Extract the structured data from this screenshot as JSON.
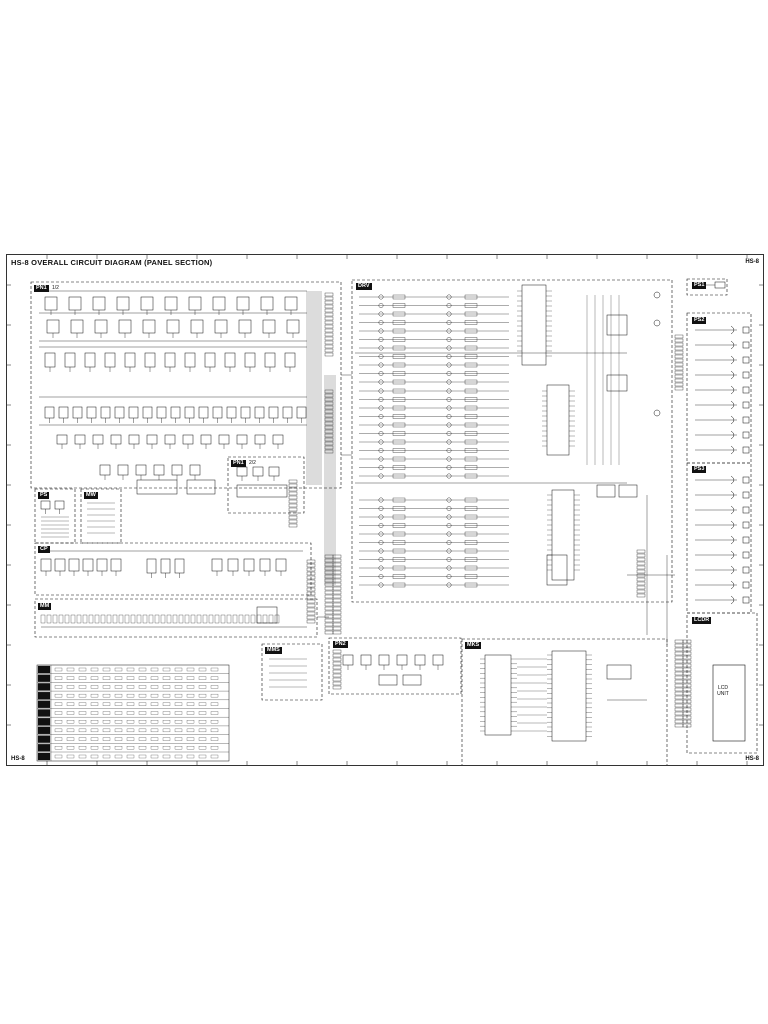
{
  "sheet": {
    "title": "HS-8 OVERALL CIRCUIT DIAGRAM (PANEL SECTION)",
    "corner_top_right": "HS-8",
    "corner_bottom_left": "HS-8",
    "corner_bottom_right": "HS-8"
  },
  "blocks": [
    {
      "id": "pn1",
      "label": "PN1",
      "sub": "1/2"
    },
    {
      "id": "pn1b",
      "label": "PN1",
      "sub": "2/2"
    },
    {
      "id": "ps",
      "label": "PS",
      "sub": ""
    },
    {
      "id": "mw",
      "label": "MW",
      "sub": ""
    },
    {
      "id": "cp",
      "label": "CP",
      "sub": ""
    },
    {
      "id": "mm",
      "label": "MM",
      "sub": ""
    },
    {
      "id": "drv",
      "label": "DRV",
      "sub": ""
    },
    {
      "id": "mms",
      "label": "MMS",
      "sub": ""
    },
    {
      "id": "pn2",
      "label": "PN2",
      "sub": ""
    },
    {
      "id": "mk",
      "label": "MKS",
      "sub": ""
    },
    {
      "id": "ps1",
      "label": "PS1",
      "sub": ""
    },
    {
      "id": "ps2",
      "label": "PS2",
      "sub": ""
    },
    {
      "id": "ps3",
      "label": "PS3",
      "sub": ""
    },
    {
      "id": "lcdr",
      "label": "LCDR",
      "sub": ""
    }
  ],
  "lcd_unit_label": "LCD\nUNIT",
  "colors": {
    "ink": "#111111",
    "paper": "#ffffff",
    "frame": "#333333"
  }
}
